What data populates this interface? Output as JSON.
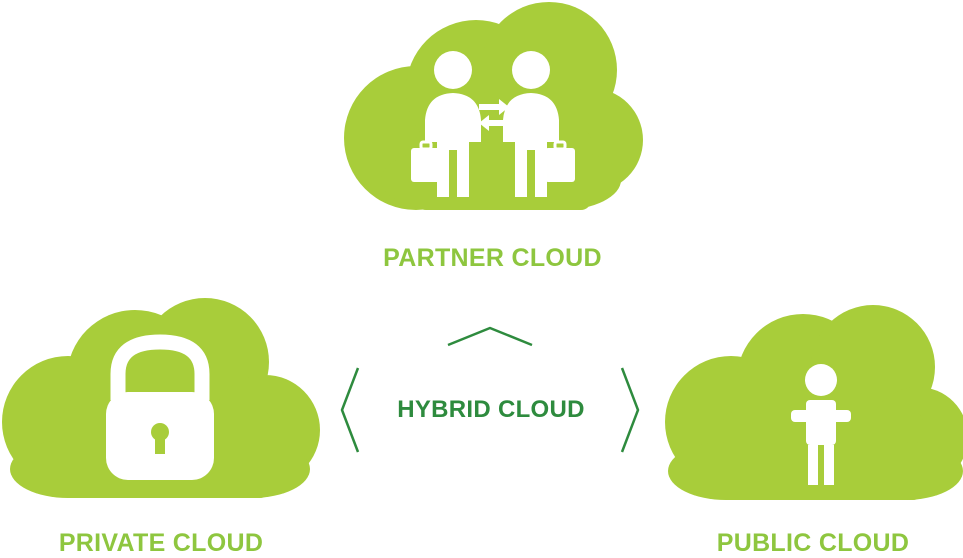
{
  "clouds": {
    "partner": {
      "label": "PARTNER CLOUD",
      "icon": "two-people-exchange-icon"
    },
    "private": {
      "label": "PRIVATE CLOUD",
      "icon": "padlock-icon"
    },
    "public": {
      "label": "PUBLIC CLOUD",
      "icon": "person-with-laptop-icon"
    }
  },
  "hybrid": {
    "label": "HYBRID CLOUD"
  },
  "colors": {
    "cloud_fill": "#a8cd3a",
    "label_green": "#8ec63f",
    "hybrid_text": "#2e8b3e",
    "icon_white": "#ffffff"
  }
}
